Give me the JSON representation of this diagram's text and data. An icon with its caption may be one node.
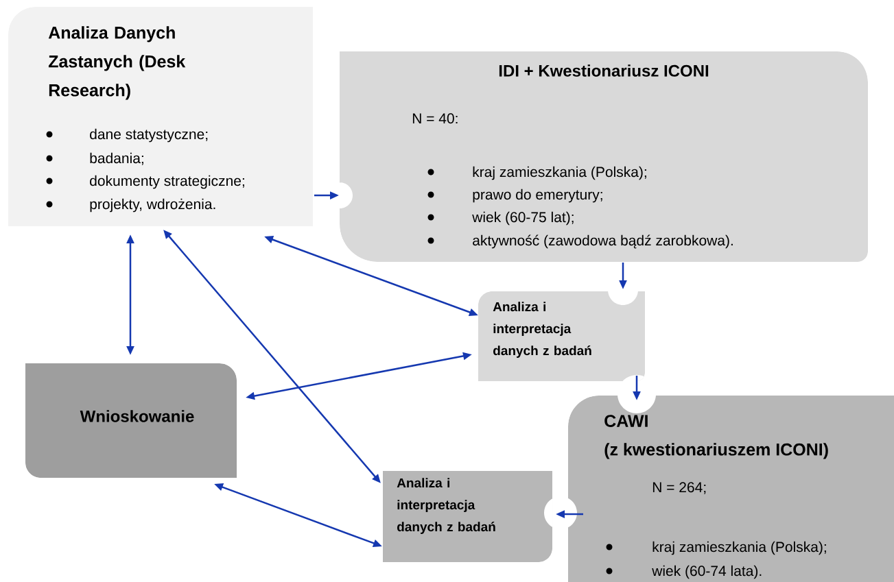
{
  "diagram": {
    "nodes": [
      {
        "text": [
          "Analiza Danych Zastanych (Desk Research)",
          "dane statystyczne;",
          "badania;",
          "dokumenty strategiczne;",
          "projekty, wdrożenia."
        ]
      },
      {
        "text": [
          "IDI + Kwestionariusz ICONI",
          "N = 40:",
          "kraj zamieszkania (Polska);",
          "prawo do emerytury;",
          "wiek (60-75 lat);",
          "aktywność (zawodowa bądź zarobkowa)."
        ]
      },
      {
        "text": [
          "Analiza i interpretacja danych z badań"
        ]
      },
      {
        "text": [
          "Wnioskowanie"
        ]
      },
      {
        "text": [
          "CAWI",
          "(z kwestionariuszem ICONI)",
          "N = 264;",
          "kraj zamieszkania (Polska);",
          "wiek (60-74 lata)."
        ]
      },
      {
        "text": [
          "Analiza i interpretacja danych z badań"
        ]
      }
    ],
    "edges": [
      {
        "from": 0,
        "to": 1,
        "arrow": "to"
      },
      {
        "from": 0,
        "to": 3,
        "arrow": "both"
      },
      {
        "from": 0,
        "to": 5,
        "arrow": "both"
      },
      {
        "from": 0,
        "to": 2,
        "arrow": "both"
      },
      {
        "from": 2,
        "to": 3,
        "arrow": "both"
      },
      {
        "from": 3,
        "to": 5,
        "arrow": "both"
      },
      {
        "from": 1,
        "to": 2,
        "arrow": "to"
      },
      {
        "from": 2,
        "to": 4,
        "arrow": "to"
      },
      {
        "from": 4,
        "to": 5,
        "arrow": "to"
      }
    ]
  }
}
